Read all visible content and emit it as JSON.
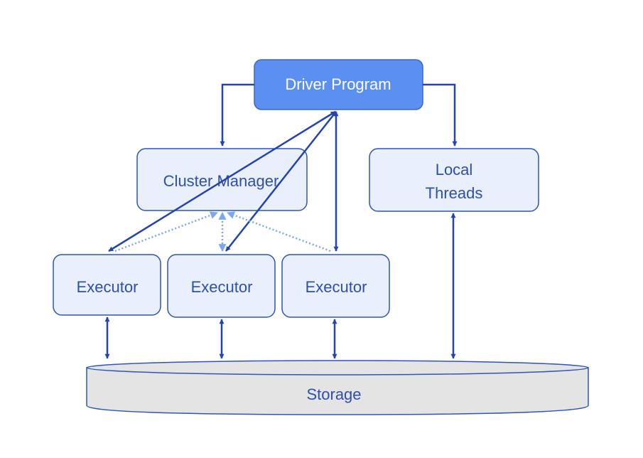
{
  "nodes": {
    "driver": "Driver Program",
    "cluster_manager": "Cluster Manager",
    "local_threads": [
      "Local",
      "Threads"
    ],
    "executors": [
      "Executor",
      "Executor",
      "Executor"
    ],
    "storage": "Storage"
  },
  "colors": {
    "driver_fill": "#5b8ff0",
    "driver_text": "#ffffff",
    "node_fill": "#e9f0fb",
    "node_border": "#2e55b8",
    "node_text": "#2d4fae",
    "arrow": "#2343b5",
    "dotted_arrow": "#7ba7ef",
    "storage_fill": "#e4e4e4",
    "storage_border": "#2e55b8"
  }
}
